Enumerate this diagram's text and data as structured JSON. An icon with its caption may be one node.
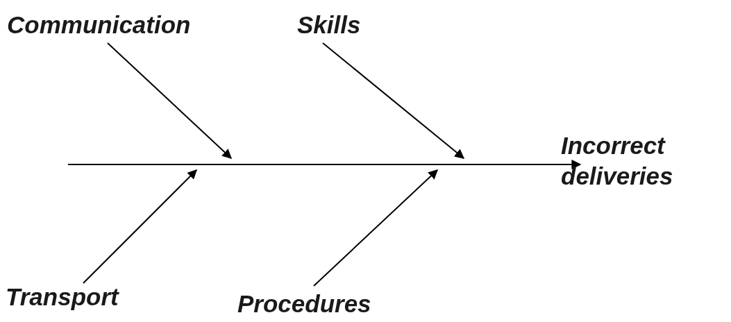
{
  "diagram": {
    "nodes": [
      {
        "text": [
          "Communication"
        ]
      },
      {
        "text": [
          "Skills"
        ]
      },
      {
        "text": [
          "Incorrect deliveries"
        ]
      },
      {
        "text": [
          "Transport"
        ]
      },
      {
        "text": [
          "Procedures"
        ]
      }
    ],
    "edges": [
      {
        "from": null,
        "to": 2,
        "arrow": "to"
      },
      {
        "from": 0,
        "to": null,
        "arrow": "to"
      },
      {
        "from": 1,
        "to": null,
        "arrow": "to"
      },
      {
        "from": 3,
        "to": null,
        "arrow": "to"
      },
      {
        "from": 4,
        "to": null,
        "arrow": "to"
      }
    ]
  }
}
